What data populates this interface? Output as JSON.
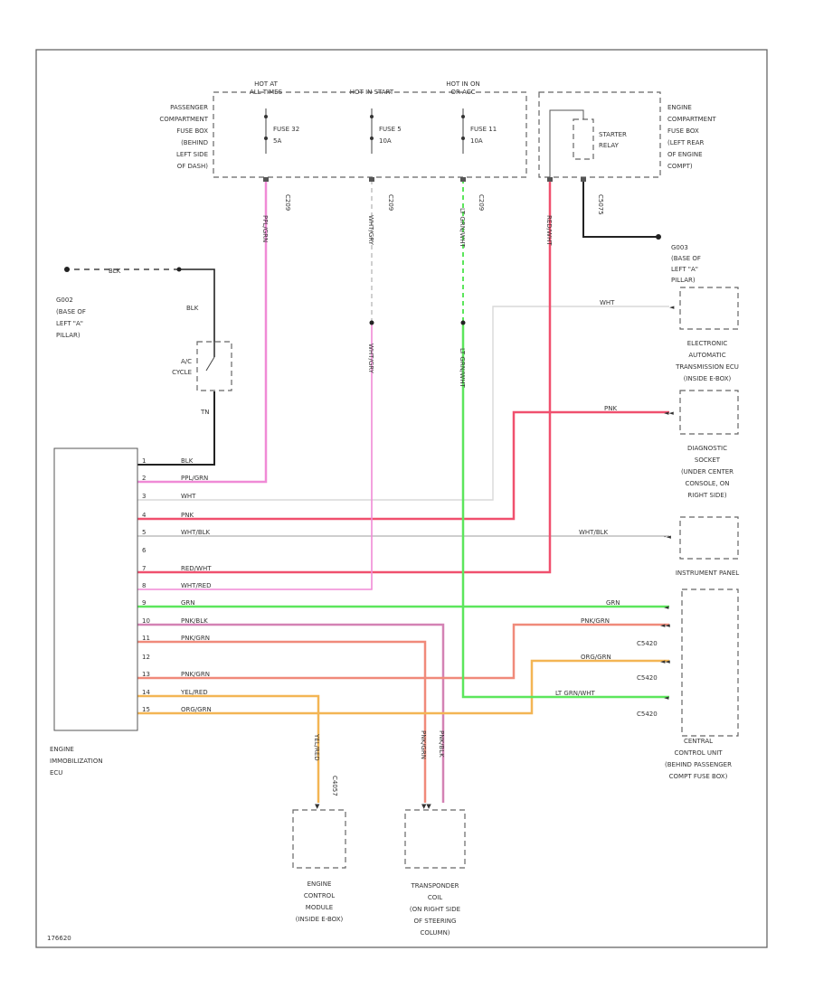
{
  "hot_labels": [
    {
      "line1": "HOT AT",
      "line2": "ALL TIMES"
    },
    {
      "line1": "",
      "line2": "HOT IN START"
    },
    {
      "line1": "HOT IN ON",
      "line2": "OR ACC"
    }
  ],
  "fuses": [
    {
      "name": "FUSE 32",
      "amps": "5A"
    },
    {
      "name": "FUSE 5",
      "amps": "10A"
    },
    {
      "name": "FUSE 11",
      "amps": "10A"
    }
  ],
  "pass_fusebox": [
    "PASSENGER",
    "COMPARTMENT",
    "FUSE BOX",
    "(BEHIND",
    "LEFT SIDE",
    "OF DASH)"
  ],
  "eng_fusebox": [
    "ENGINE",
    "COMPARTMENT",
    "FUSE BOX",
    "(LEFT REAR",
    "OF ENGINE",
    "COMPT)"
  ],
  "starter_relay": [
    "STARTER",
    "RELAY"
  ],
  "connector_labels": {
    "c1": "C209",
    "c2": "C209",
    "c3": "C209",
    "c4": "C5075"
  },
  "vertical_wires": {
    "w1": "PPL/GRN",
    "w2": "WHT/GRY",
    "w3": "LT GRN/WHT",
    "w4": "RED/WHT",
    "w5": "WHT/GRY",
    "w6": "LT GRN/WHT"
  },
  "ground_top": {
    "lines": [
      "G003",
      "(BASE OF",
      "LEFT \"A\"",
      "PILLAR)"
    ],
    "wire": "BLK"
  },
  "ground_left": {
    "lines": [
      "G002",
      "(BASE OF",
      "LEFT \"A\"",
      "PILLAR)"
    ],
    "wire": "BLK"
  },
  "ac_cycle": {
    "line1": "A/C",
    "line2": "CYCLE"
  },
  "left_wire_labels": {
    "blk": "BLK",
    "tn": "TN"
  },
  "ecu": {
    "lines": [
      "ENGINE",
      "IMMOBILIZATION",
      "ECU"
    ]
  },
  "pins": [
    {
      "num": "1",
      "wire": "BLK"
    },
    {
      "num": "2",
      "wire": "PPL/GRN"
    },
    {
      "num": "3",
      "wire": "WHT"
    },
    {
      "num": "4",
      "wire": "PNK"
    },
    {
      "num": "5",
      "wire": "WHT/BLK"
    },
    {
      "num": "6",
      "wire": ""
    },
    {
      "num": "7",
      "wire": "RED/WHT"
    },
    {
      "num": "8",
      "wire": "WHT/RED"
    },
    {
      "num": "9",
      "wire": "GRN"
    },
    {
      "num": "10",
      "wire": "PNK/BLK"
    },
    {
      "num": "11",
      "wire": "PNK/GRN"
    },
    {
      "num": "12",
      "wire": ""
    },
    {
      "num": "13",
      "wire": "PNK/GRN"
    },
    {
      "num": "14",
      "wire": "YEL/RED"
    },
    {
      "num": "15",
      "wire": "ORG/GRN"
    }
  ],
  "right_wire_labels": {
    "wht": "WHT",
    "pnk": "PNK",
    "whtblk": "WHT/BLK",
    "grn": "GRN",
    "pnkgrn": "PNK/GRN",
    "orggrn": "ORG/GRN",
    "ltgrn": "LT GRN/WHT"
  },
  "tcu": [
    "ELECTRONIC",
    "AUTOMATIC",
    "TRANSMISSION ECU",
    "(INSIDE E-BOX)"
  ],
  "diag": [
    "DIAGNOSTIC",
    "SOCKET",
    "(UNDER CENTER",
    "CONSOLE, ON",
    "RIGHT SIDE)"
  ],
  "instrument_panel": "INSTRUMENT PANEL",
  "ccu_connectors": {
    "a": "C5420",
    "b": "C5420",
    "c": "C5420"
  },
  "ccu": [
    "CENTRAL",
    "CONTROL UNIT",
    "(BEHIND PASSENGER",
    "COMPT FUSE BOX)"
  ],
  "bottom_wires": {
    "yelred": "YEL/RED",
    "c4057": "C4057",
    "pnkgrn": "PNK/GRN",
    "pnkblk": "PNK/BLK"
  },
  "ecm": [
    "ENGINE",
    "CONTROL",
    "MODULE",
    "(INSIDE E-BOX)"
  ],
  "transponder": [
    "TRANSPONDER",
    "COIL",
    "(ON RIGHT SIDE",
    "OF STEERING",
    "COLUMN)"
  ],
  "figure_id": "176620",
  "colors": {
    "pink": "#f08ad6",
    "red": "#f0506e",
    "green": "#5ce65c",
    "orange": "#f3b554",
    "salmon": "#f08a7a",
    "gray": "#bdbdbd",
    "lightgray": "#d9d9d9",
    "black": "#222222",
    "mauve": "#d482b4"
  }
}
